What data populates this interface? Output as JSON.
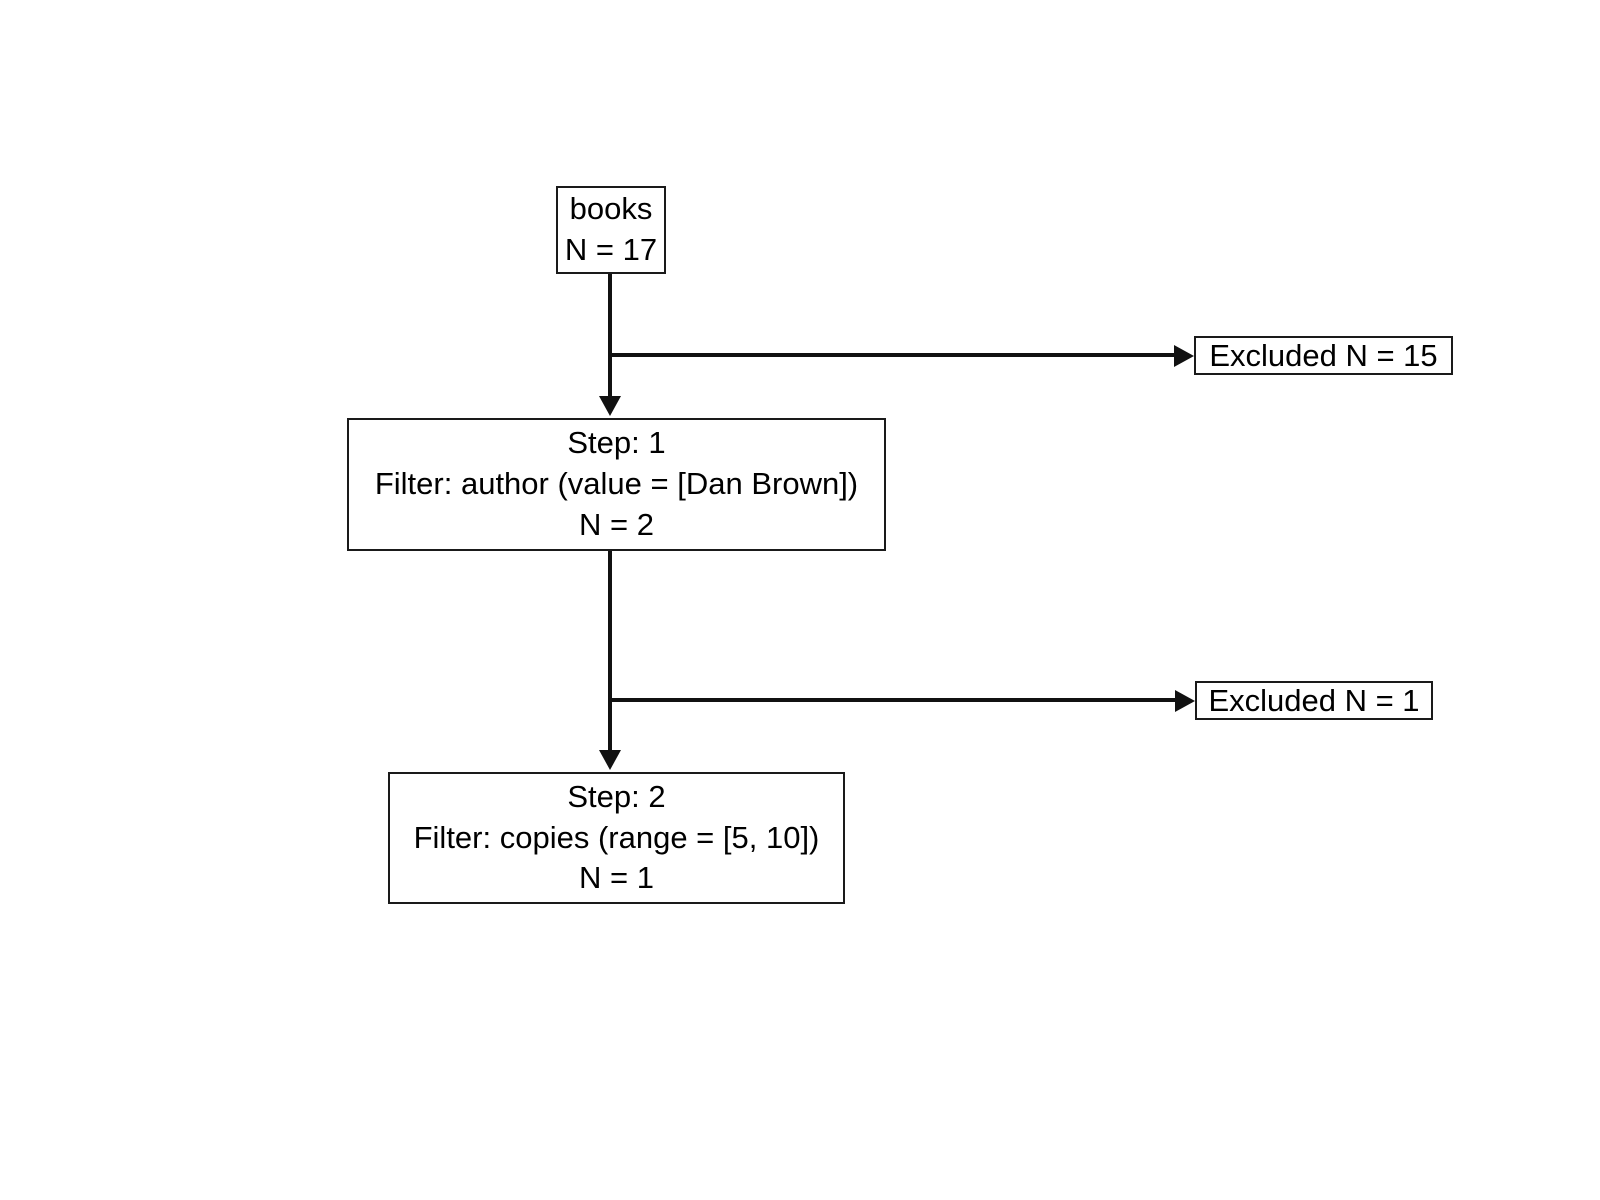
{
  "diagram": {
    "title": "books filtering flowchart",
    "type": "flowchart",
    "orientation": "top-down",
    "background_color": "#ffffff",
    "stroke_color": "#111111",
    "text_color": "#000000"
  },
  "nodes": {
    "source": {
      "name": "books",
      "count_label": "N = 17",
      "n": 17
    },
    "step1": {
      "step_label": "Step: 1",
      "filter_label": "Filter: author (value = [Dan Brown])",
      "count_label": "N = 2",
      "step": 1,
      "field": "author",
      "operation": "value",
      "operand": "[Dan Brown]",
      "n": 2
    },
    "step2": {
      "step_label": "Step: 2",
      "filter_label": "Filter: copies (range = [5, 10])",
      "count_label": "N = 1",
      "step": 2,
      "field": "copies",
      "operation": "range",
      "operand": "[5, 10]",
      "n": 1
    },
    "excluded1": {
      "label": "Excluded N = 15",
      "n": 15
    },
    "excluded2": {
      "label": "Excluded N = 1",
      "n": 1
    }
  },
  "edges": [
    {
      "from": "source",
      "to": "step1",
      "kind": "included"
    },
    {
      "from": "source",
      "to": "excluded1",
      "kind": "excluded"
    },
    {
      "from": "step1",
      "to": "step2",
      "kind": "included"
    },
    {
      "from": "step1",
      "to": "excluded2",
      "kind": "excluded"
    }
  ]
}
